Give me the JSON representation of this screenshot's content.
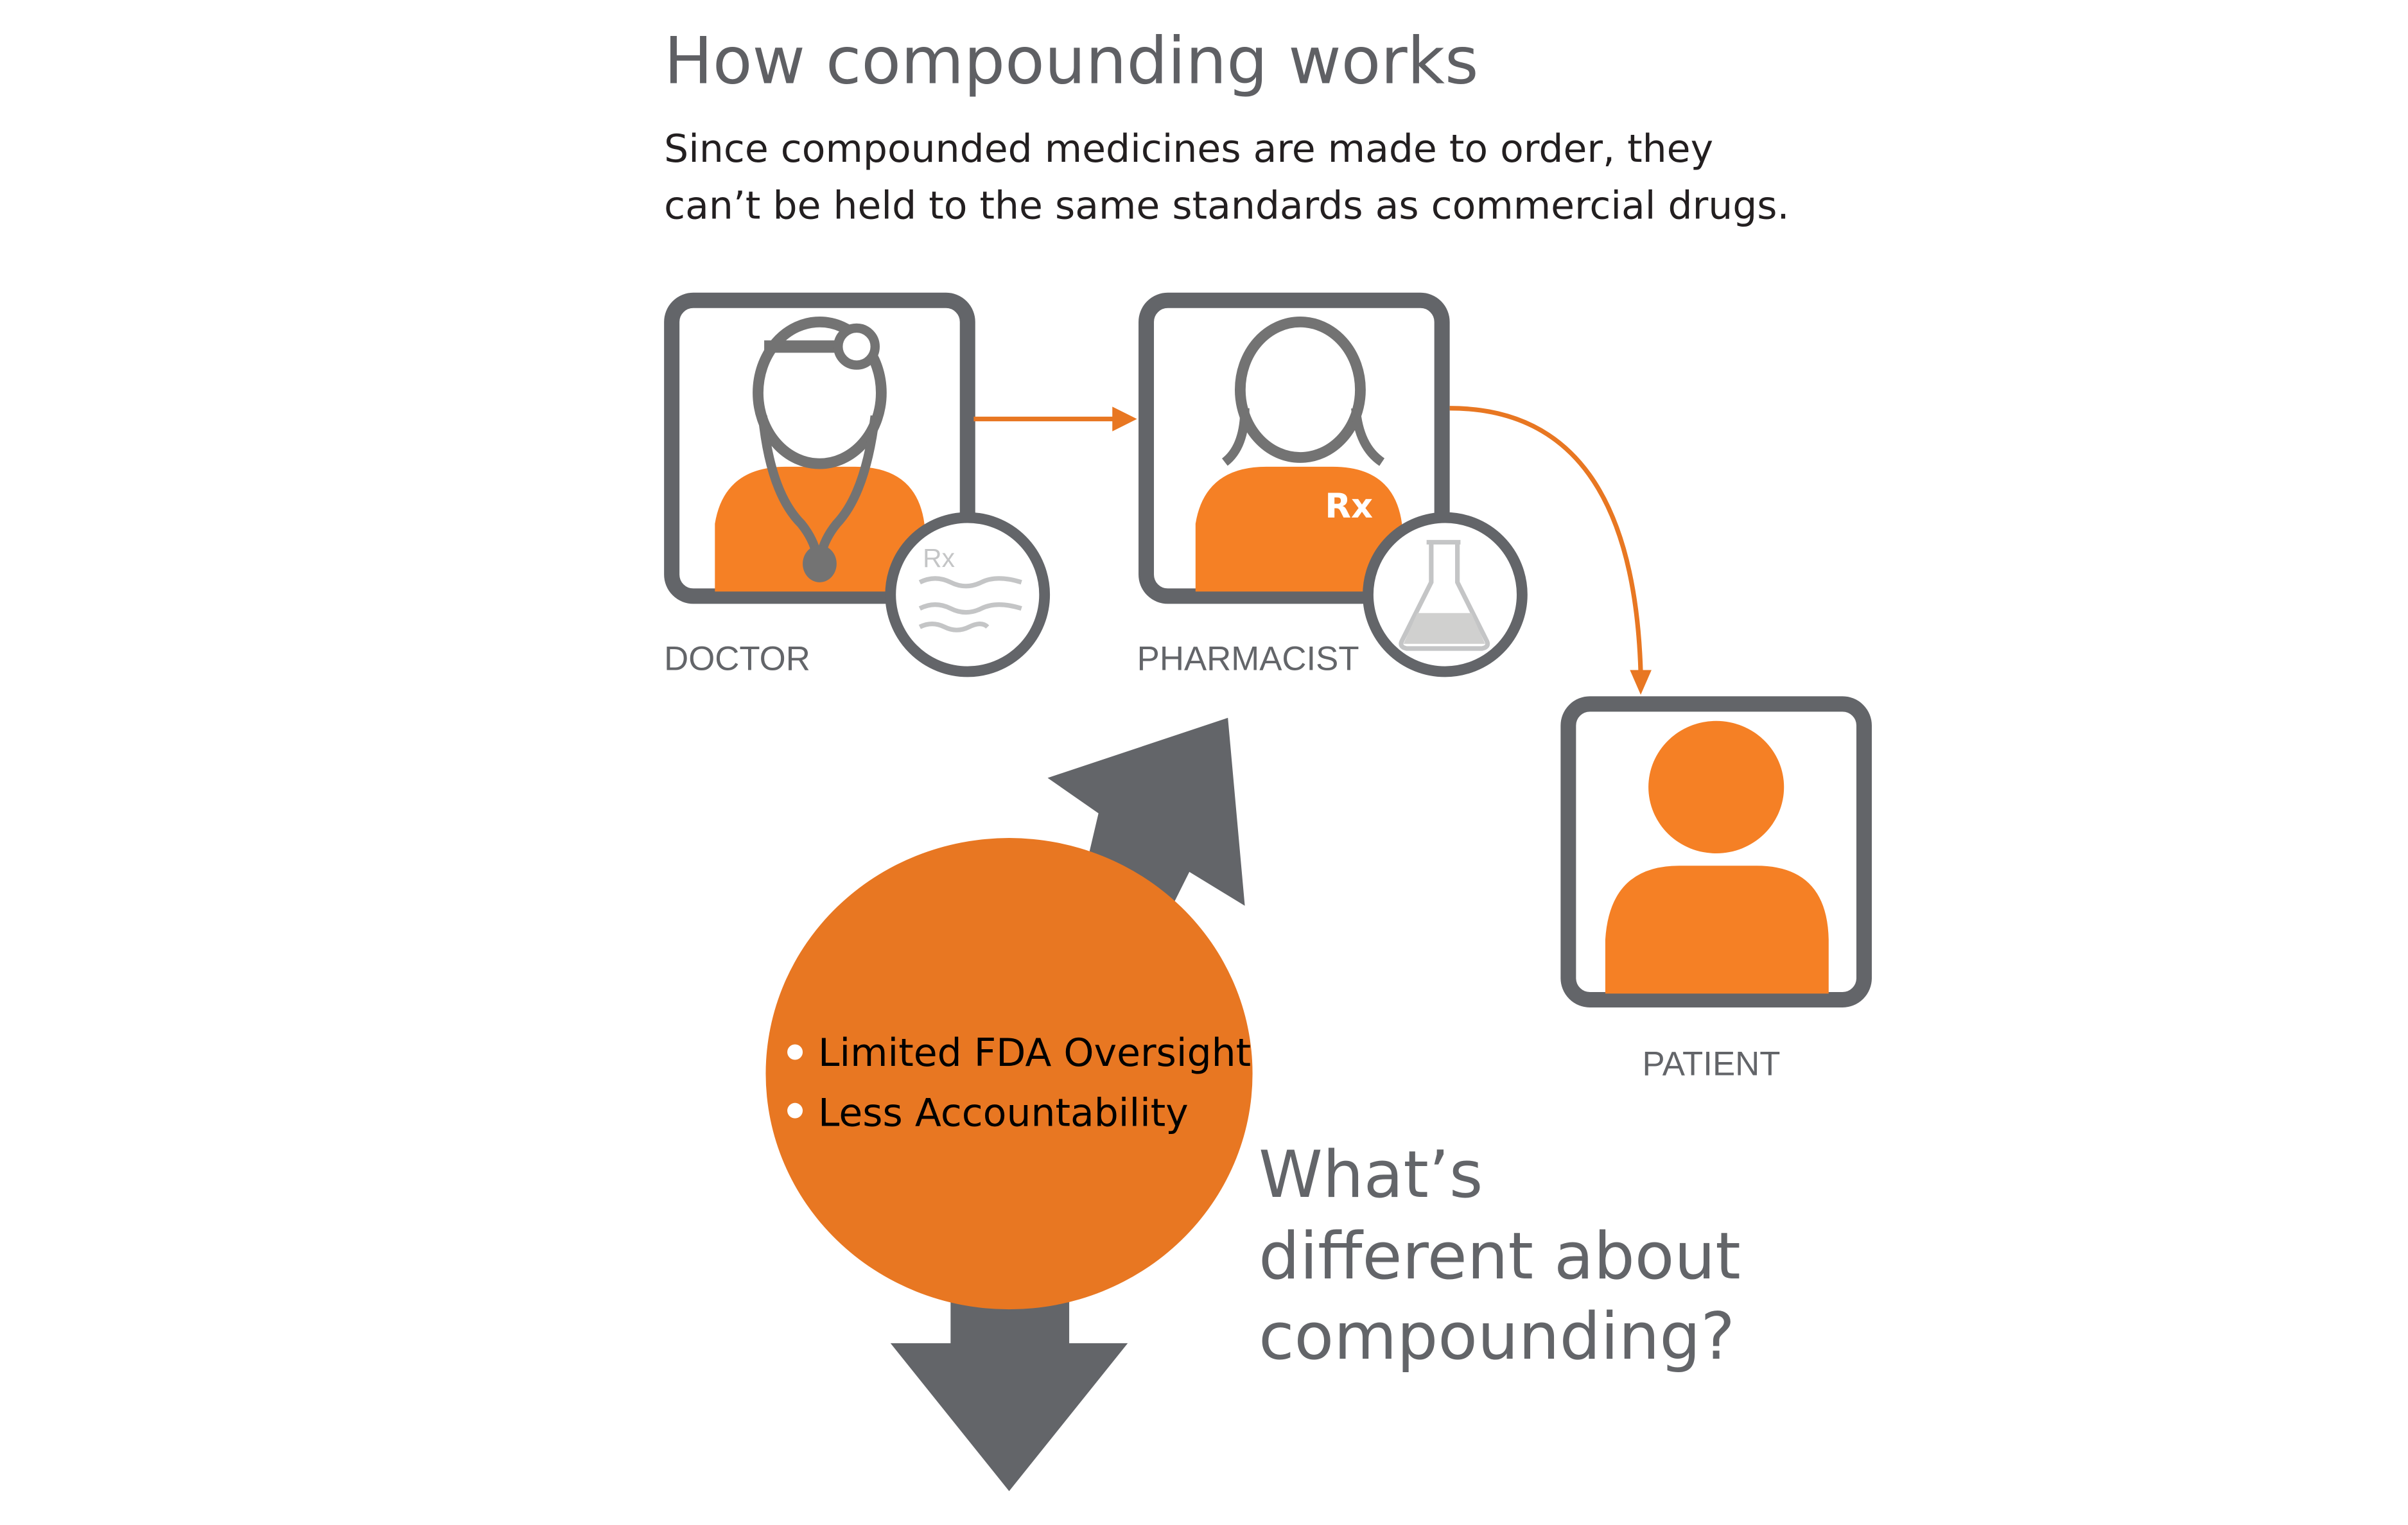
{
  "header": {
    "title": "How compounding works",
    "subtitle_lines": [
      "Since compounded medicines are made to order, they",
      "can’t be held to the same standards as commercial drugs."
    ]
  },
  "roles": {
    "doctor": {
      "label": "DOCTOR",
      "badge_text": "Rx"
    },
    "pharmacist": {
      "label": "PHARMACIST",
      "badge_text": "Rx"
    },
    "patient": {
      "label": "PATIENT"
    }
  },
  "differences": {
    "bullets": [
      "Limited FDA Oversight",
      "Less Accountability"
    ],
    "question_lines": [
      "What’s",
      "different about",
      "compounding?"
    ]
  },
  "colors": {
    "orange": "#f58025",
    "dark_orange": "#e87722",
    "gray": "#636569",
    "figure_gray": "#737373",
    "light_gray": "#c4c5c6"
  }
}
